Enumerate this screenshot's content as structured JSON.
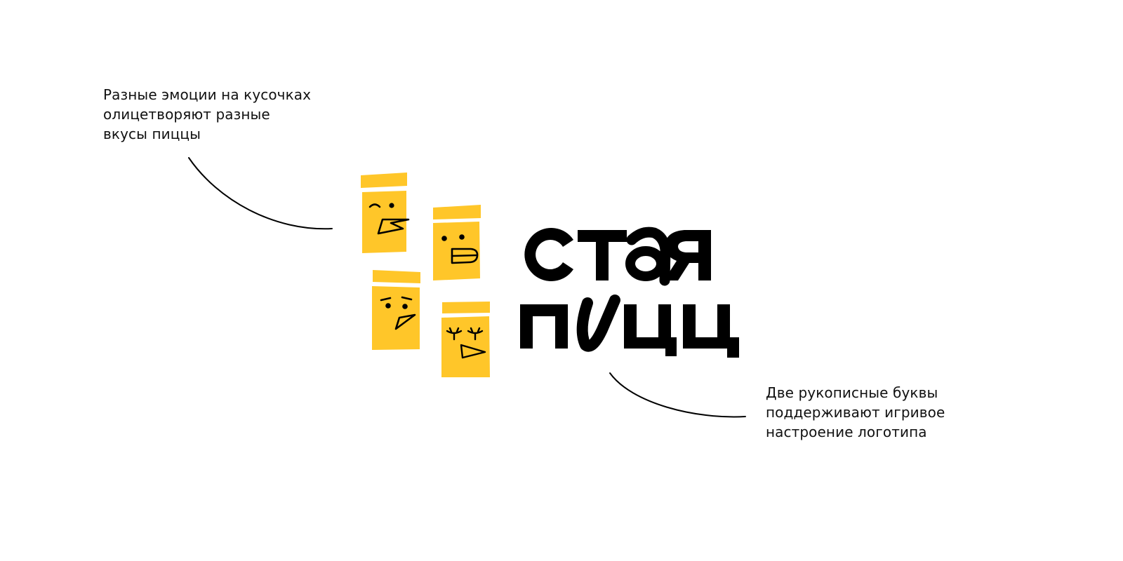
{
  "logo": {
    "line1": "стая",
    "line2": "пицц",
    "pieces": [
      {
        "face": "wink",
        "label": "wink-face"
      },
      {
        "face": "grin",
        "label": "grin-face"
      },
      {
        "face": "surprised",
        "label": "surprised-face"
      },
      {
        "face": "sleepy",
        "label": "sleepy-face"
      }
    ]
  },
  "annotations": {
    "left": {
      "lines": [
        "Разные эмоции на кусочках",
        "олицетворяют разные",
        "вкусы пиццы"
      ]
    },
    "right": {
      "lines": [
        "Две рукописные буквы",
        "поддерживают игривое",
        "настроение логотипа"
      ]
    }
  },
  "colors": {
    "piece_yellow": "#FFC629",
    "ink": "#000000",
    "background": "#FFFFFF"
  }
}
